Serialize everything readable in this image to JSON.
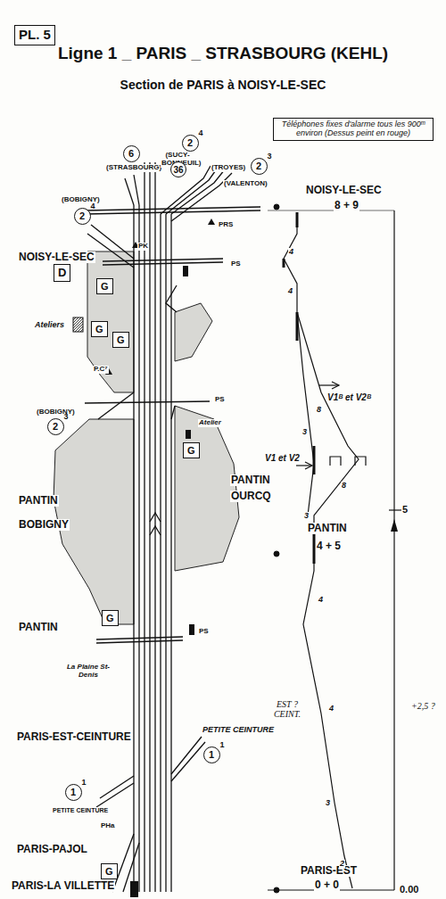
{
  "diagram": {
    "title": "Ligne 1 _ PARIS _ STRASBOURG (KEHL)",
    "nodes": [
      {
        "text": [
          "PL. 5"
        ]
      },
      {
        "text": [
          "Téléphones fixes d'alarme tous les 900ᵐ environ (Dessus peint en rouge)"
        ]
      },
      {
        "text": [
          "6"
        ]
      },
      {
        "text": [
          "2",
          "4"
        ]
      },
      {
        "text": [
          "36"
        ]
      },
      {
        "text": [
          "2",
          "3"
        ]
      },
      {
        "text": [
          "2",
          "4"
        ]
      },
      {
        "text": [
          "D"
        ]
      },
      {
        "text": [
          "G"
        ]
      },
      {
        "text": [
          "G"
        ]
      },
      {
        "text": [
          "G"
        ]
      },
      {
        "text": [
          "2",
          "3"
        ]
      },
      {
        "text": [
          "G"
        ]
      },
      {
        "text": [
          "G"
        ]
      },
      {
        "text": [
          "1",
          "1"
        ]
      },
      {
        "text": [
          "1",
          "1"
        ]
      },
      {
        "text": [
          "G"
        ]
      }
    ],
    "labels": [
      "Section de PARIS à NOISY-LE-SEC",
      "(STRASBOURG)",
      "(SUCY- BONNEUIL)",
      "(TROYES)",
      "(VALENTON)",
      "(BOBIGNY)",
      "NOISY-LE-SEC",
      "PK",
      "PRS",
      "PS",
      "Ateliers",
      "P.C⁷",
      "(BOBIGNY)",
      "PS",
      "Atelier",
      "PANTIN",
      "BOBIGNY",
      "PANTIN",
      "PS",
      "La Plaine St-Denis",
      "PARIS-EST-CEINTURE",
      "PETITE CEINTURE",
      "PETITE CEINTURE",
      "PHa",
      "PARIS-PAJOL",
      "PARIS-LA VILLETTE",
      "NOISY-LE-SEC",
      "8 + 9",
      "V1ᴮ et V2ᴮ",
      "V1 et V2",
      "PANTIN",
      "OURCQ",
      "PANTIN",
      "4 + 5",
      "PARIS-EST",
      "0 + 0",
      "0.00",
      "5",
      "EST ? CEINT.",
      "+2,5 ?",
      "4",
      "4",
      "8",
      "3",
      "8",
      "3",
      "4",
      "4",
      "3",
      "2"
    ]
  }
}
